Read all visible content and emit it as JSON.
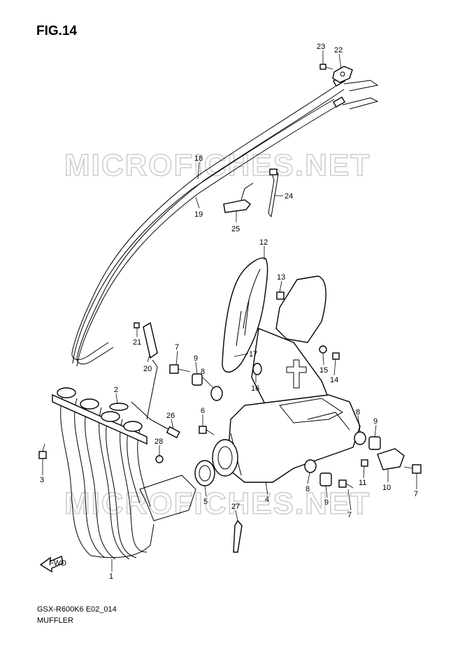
{
  "figure": {
    "title": "FIG.14"
  },
  "footer": {
    "model": "GSX-R600K6 E02_014",
    "section": "MUFFLER"
  },
  "watermark": {
    "text": "MICROFICHES.NET"
  },
  "fwd_badge": "FWD",
  "callouts": {
    "c1": "1",
    "c2": "2",
    "c3": "3",
    "c4": "4",
    "c5": "5",
    "c6": "6",
    "c7a": "7",
    "c7b": "7",
    "c7c": "7",
    "c8a": "8",
    "c8b": "8",
    "c8c": "8",
    "c9a": "9",
    "c9b": "9",
    "c9c": "9",
    "c10": "10",
    "c11": "11",
    "c12": "12",
    "c13": "13",
    "c14": "14",
    "c15": "15",
    "c16": "16",
    "c17": "17",
    "c18": "18",
    "c19": "19",
    "c20": "20",
    "c21": "21",
    "c22": "22",
    "c23": "23",
    "c24": "24",
    "c25": "25",
    "c26": "26",
    "c27": "27",
    "c28": "28"
  }
}
